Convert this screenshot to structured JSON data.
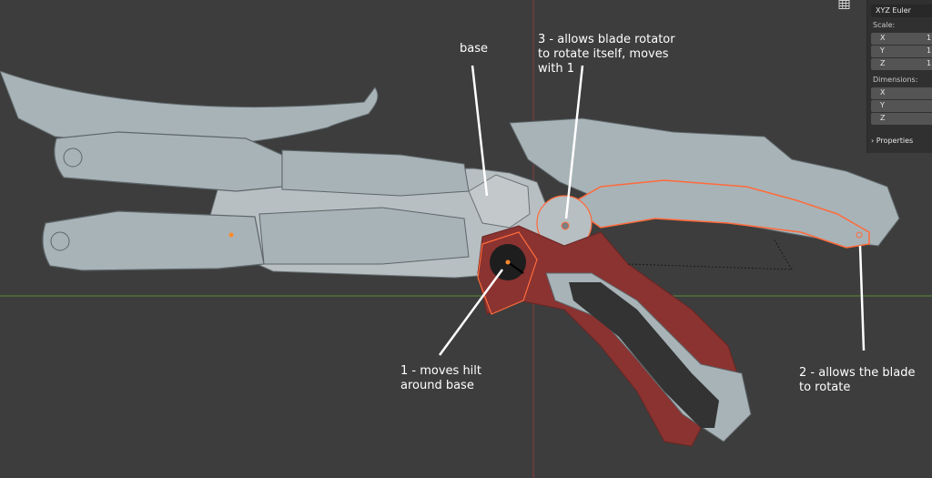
{
  "annotations": {
    "base": "base",
    "note3": "3 - allows blade rotator\nto rotate itself, moves\nwith 1",
    "note1": "1 - moves hilt\naround base",
    "note2": "2 - allows the blade\nto rotate"
  },
  "panel": {
    "rotation_mode": "XYZ Euler",
    "scale_label": "Scale:",
    "scale": [
      {
        "axis": "X",
        "value": "1."
      },
      {
        "axis": "Y",
        "value": "1."
      },
      {
        "axis": "Z",
        "value": "1."
      }
    ],
    "dimensions_label": "Dimensions:",
    "dimensions": [
      {
        "axis": "X",
        "value": ""
      },
      {
        "axis": "Y",
        "value": ""
      },
      {
        "axis": "Z",
        "value": ""
      }
    ],
    "properties_label": "Properties"
  },
  "icons": {
    "grid_toggle": "grid-icon",
    "properties_chevron": "chevron-right-icon"
  },
  "colors": {
    "background": "#3d3d3d",
    "mesh": "#a8b3b7",
    "mesh_outline": "#5e6669",
    "selected_mesh": "#8a3331",
    "selection_outline": "#ff6a3a",
    "x_axis": "#8b3c3c",
    "y_axis": "#5c8c34",
    "annotation_text": "#ffffff"
  }
}
